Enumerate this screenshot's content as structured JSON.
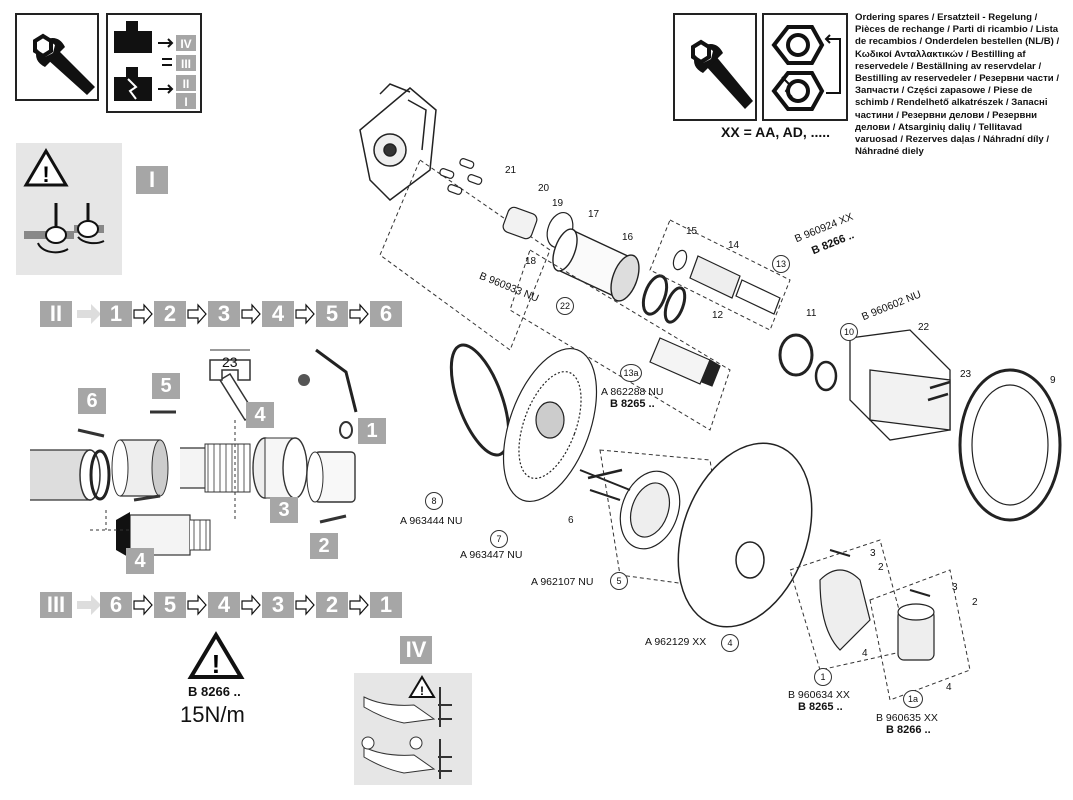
{
  "ordering_text": "Ordering spares / Ersatzteil - Regelung / Pièces de rechange / Parti di ricambio / Lista de recambios / Onderdelen bestellen (NL/B) / Κωδικοί Ανταλλακτικών / Bestilling af reservedele / Beställning av reservdelar / Bestilling av reservedeler / Резервни части / Запчасти / Części zapasowe / Piese de schimb / Rendelhető alkatrészek / Запасні частини / Резервни делови / Резервни делови / Atsarginių dalių / Tellitavad varuosad / Rezerves daļas / Náhradní díly / Náhradné diely",
  "xx_text": "XX = AA, AD, .....",
  "roman": [
    "I",
    "II",
    "III",
    "IV"
  ],
  "steps_ii": [
    "1",
    "2",
    "3",
    "4",
    "5",
    "6"
  ],
  "steps_iii": [
    "6",
    "5",
    "4",
    "3",
    "2",
    "1"
  ],
  "torque_code": "B 8266 ..",
  "torque_value": "15N/m",
  "wrench_size": "23",
  "assembly_steps": [
    "1",
    "2",
    "3",
    "4",
    "5",
    "6",
    "4"
  ],
  "part_numbers": {
    "p1": "B 960634 XX",
    "p1_b": "B 8265 ..",
    "p1a": "B 960635 XX",
    "p1a_b": "B 8266 ..",
    "p4": "A 962129 XX",
    "p5": "A 962107 NU",
    "p7": "A 963447 NU",
    "p8": "A 963444 NU",
    "p13a": "A 862288 NU",
    "p13a_b": "B 8265 ..",
    "p13": "B 960924 XX",
    "p13_b": "B 8266 ..",
    "p22a": "B 960933 NU",
    "p10": "B 960602 NU"
  },
  "callouts": {
    "c1": "1",
    "c1a": "1a",
    "c2": "2",
    "c2b": "2",
    "c3": "3",
    "c3b": "3",
    "c4": "4",
    "c4b": "4",
    "c4c": "4",
    "c5": "5",
    "c6": "6",
    "c7": "7",
    "c8": "8",
    "c9": "9",
    "c10": "10",
    "c11": "11",
    "c12": "12",
    "c13": "13",
    "c13a": "13a",
    "c14": "14",
    "c15": "15",
    "c16": "16",
    "c17": "17",
    "c18": "18",
    "c19": "19",
    "c20": "20",
    "c21": "21",
    "c22": "22",
    "c22b": "22",
    "c23": "23"
  }
}
